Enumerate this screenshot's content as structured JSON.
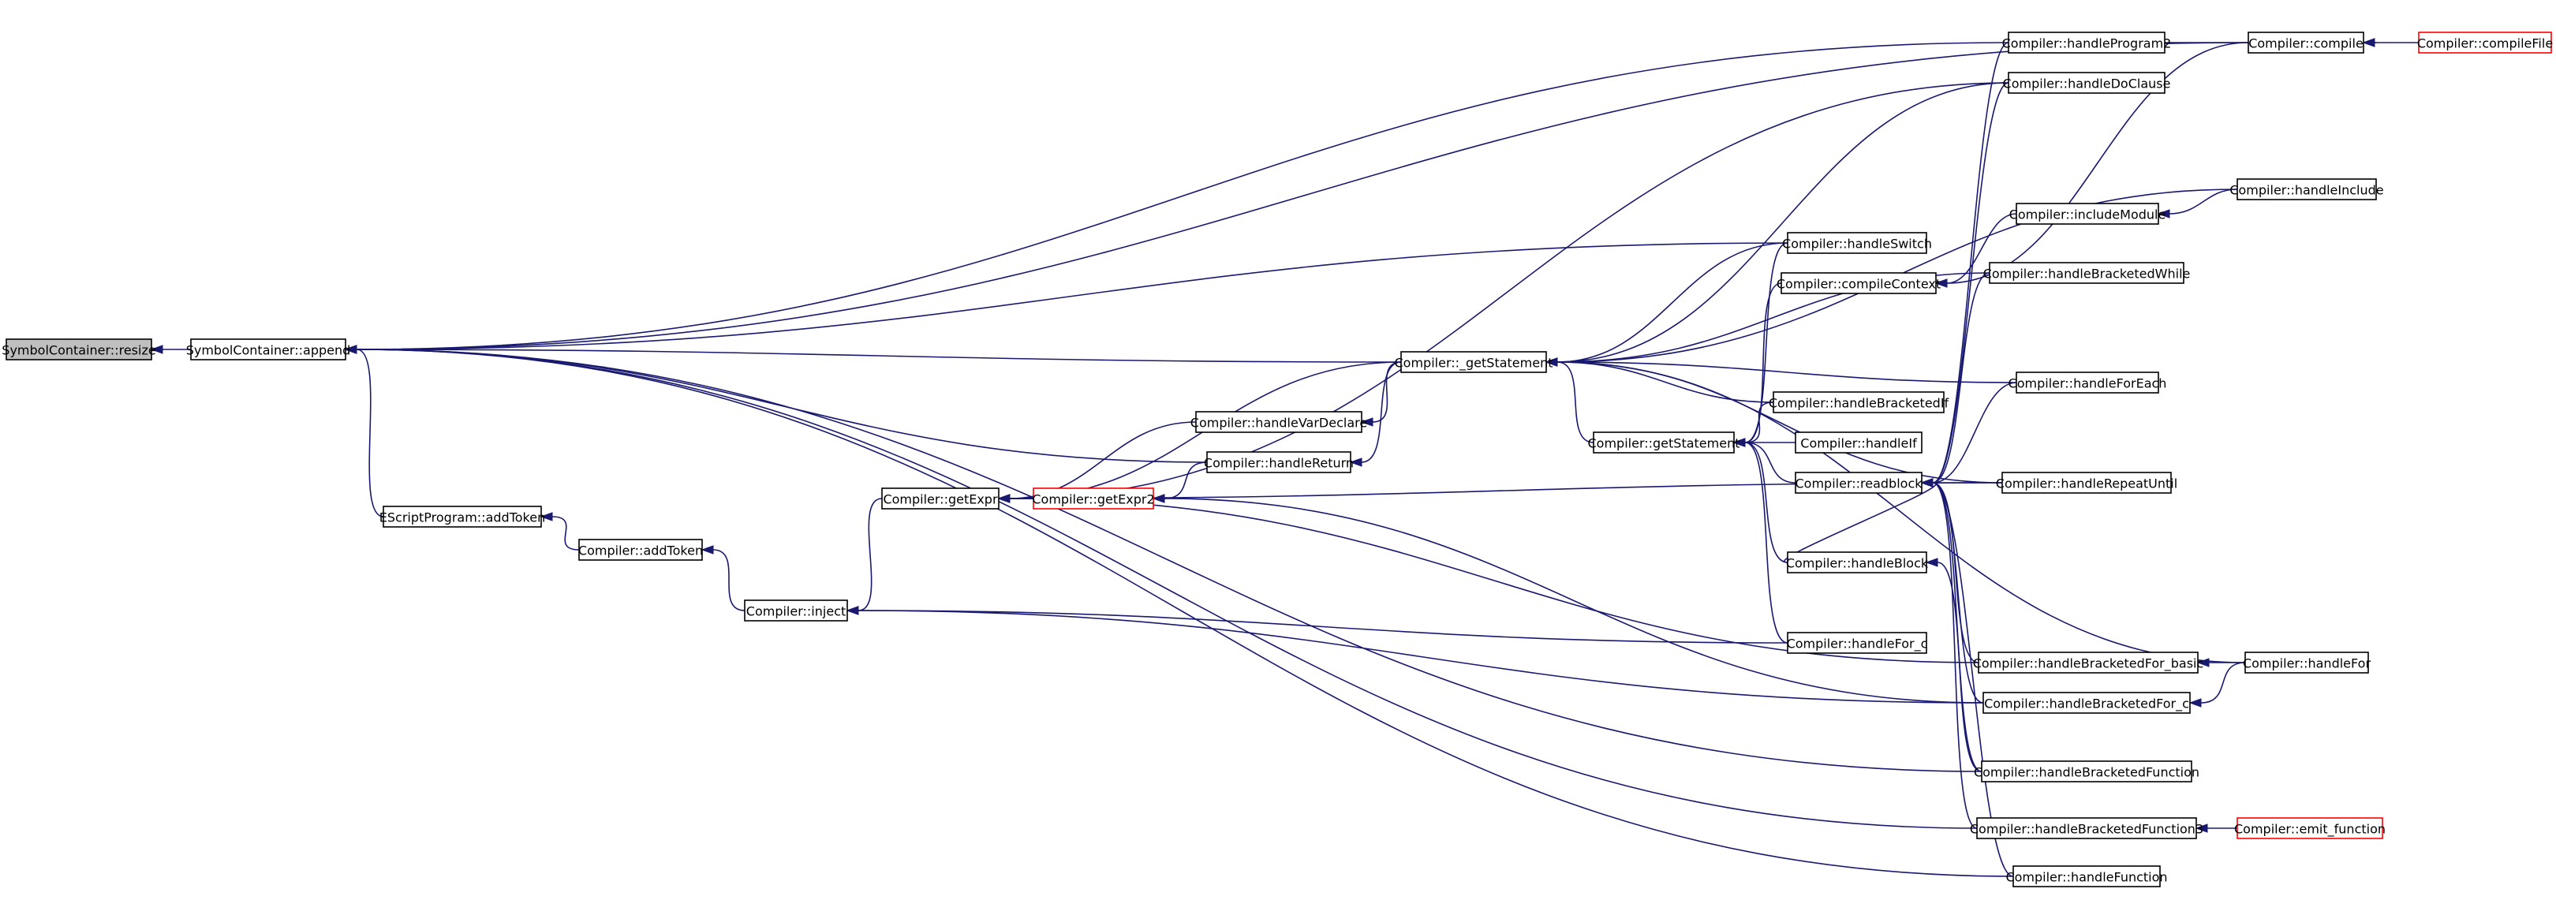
{
  "diagram": {
    "nodes": [
      {
        "id": "resize",
        "label": "SymbolContainer::resize",
        "highlighted": true
      },
      {
        "id": "append",
        "label": "SymbolContainer::append"
      },
      {
        "id": "esAddToken",
        "label": "EScriptProgram::addToken"
      },
      {
        "id": "addToken",
        "label": "Compiler::addToken"
      },
      {
        "id": "inject",
        "label": "Compiler::inject"
      },
      {
        "id": "getExpr",
        "label": "Compiler::getExpr"
      },
      {
        "id": "getExpr2",
        "label": "Compiler::getExpr2",
        "truncated": true
      },
      {
        "id": "varDeclare",
        "label": "Compiler::handleVarDeclare"
      },
      {
        "id": "handleReturn",
        "label": "Compiler::handleReturn"
      },
      {
        "id": "_getStatement",
        "label": "Compiler::_getStatement"
      },
      {
        "id": "getStatement",
        "label": "Compiler::getStatement"
      },
      {
        "id": "handleSwitch",
        "label": "Compiler::handleSwitch"
      },
      {
        "id": "compileContext",
        "label": "Compiler::compileContext"
      },
      {
        "id": "bracketedIf",
        "label": "Compiler::handleBracketedIf"
      },
      {
        "id": "handleIf",
        "label": "Compiler::handleIf"
      },
      {
        "id": "readblock",
        "label": "Compiler::readblock"
      },
      {
        "id": "handleBlock",
        "label": "Compiler::handleBlock"
      },
      {
        "id": "forC",
        "label": "Compiler::handleFor_c"
      },
      {
        "id": "program2",
        "label": "Compiler::handleProgram2"
      },
      {
        "id": "doClause",
        "label": "Compiler::handleDoClause"
      },
      {
        "id": "includeModule",
        "label": "Compiler::includeModule"
      },
      {
        "id": "bracketedWhile",
        "label": "Compiler::handleBracketedWhile"
      },
      {
        "id": "forEach",
        "label": "Compiler::handleForEach"
      },
      {
        "id": "repeatUntil",
        "label": "Compiler::handleRepeatUntil"
      },
      {
        "id": "bForBasic",
        "label": "Compiler::handleBracketedFor_basic"
      },
      {
        "id": "bForC",
        "label": "Compiler::handleBracketedFor_c"
      },
      {
        "id": "bFunction",
        "label": "Compiler::handleBracketedFunction"
      },
      {
        "id": "bFunction3",
        "label": "Compiler::handleBracketedFunction3"
      },
      {
        "id": "handleFunction",
        "label": "Compiler::handleFunction"
      },
      {
        "id": "compile",
        "label": "Compiler::compile"
      },
      {
        "id": "compileFile",
        "label": "Compiler::compileFile",
        "truncated": true
      },
      {
        "id": "handleInclude",
        "label": "Compiler::handleInclude"
      },
      {
        "id": "handleFor",
        "label": "Compiler::handleFor"
      },
      {
        "id": "emitFunction",
        "label": "Compiler::emit_function",
        "truncated": true
      }
    ],
    "edges": [
      [
        "append",
        "resize"
      ],
      [
        "esAddToken",
        "append"
      ],
      [
        "addToken",
        "esAddToken"
      ],
      [
        "inject",
        "addToken"
      ],
      [
        "getExpr",
        "inject"
      ],
      [
        "forC",
        "inject"
      ],
      [
        "bForC",
        "inject"
      ],
      [
        "varDeclare",
        "getExpr"
      ],
      [
        "_getStatement",
        "getExpr"
      ],
      [
        "getExpr2",
        "getExpr"
      ],
      [
        "doClause",
        "getExpr"
      ],
      [
        "repeatUntil",
        "getExpr"
      ],
      [
        "bForBasic",
        "getExpr"
      ],
      [
        "handleReturn",
        "getExpr2"
      ],
      [
        "bForC",
        "getExpr2"
      ],
      [
        "_getStatement",
        "varDeclare"
      ],
      [
        "_getStatement",
        "handleReturn"
      ],
      [
        "handleReturn",
        "append"
      ],
      [
        "_getStatement",
        "append"
      ],
      [
        "handleSwitch",
        "append"
      ],
      [
        "program2",
        "append"
      ],
      [
        "compile",
        "append"
      ],
      [
        "bFunction",
        "append"
      ],
      [
        "bFunction3",
        "append"
      ],
      [
        "handleFunction",
        "append"
      ],
      [
        "getStatement",
        "_getStatement"
      ],
      [
        "doClause",
        "_getStatement"
      ],
      [
        "handleInclude",
        "_getStatement"
      ],
      [
        "bracketedWhile",
        "_getStatement"
      ],
      [
        "forEach",
        "_getStatement"
      ],
      [
        "repeatUntil",
        "_getStatement"
      ],
      [
        "handleFor",
        "_getStatement"
      ],
      [
        "bracketedIf",
        "_getStatement"
      ],
      [
        "handleSwitch",
        "_getStatement"
      ],
      [
        "readblock",
        "getStatement"
      ],
      [
        "handleIf",
        "getStatement"
      ],
      [
        "bracketedIf",
        "getStatement"
      ],
      [
        "compileContext",
        "getStatement"
      ],
      [
        "handleBlock",
        "getStatement"
      ],
      [
        "forC",
        "getStatement"
      ],
      [
        "handleSwitch",
        "getStatement"
      ],
      [
        "handleBlock",
        "readblock"
      ],
      [
        "bracketedWhile",
        "readblock"
      ],
      [
        "forEach",
        "readblock"
      ],
      [
        "repeatUntil",
        "readblock"
      ],
      [
        "bForBasic",
        "readblock"
      ],
      [
        "bForC",
        "readblock"
      ],
      [
        "bFunction",
        "readblock"
      ],
      [
        "bFunction3",
        "readblock"
      ],
      [
        "handleFunction",
        "readblock"
      ],
      [
        "program2",
        "readblock"
      ],
      [
        "doClause",
        "readblock"
      ],
      [
        "bFunction",
        "handleBlock"
      ],
      [
        "compile",
        "compileContext"
      ],
      [
        "includeModule",
        "compileContext"
      ],
      [
        "handleInclude",
        "includeModule"
      ],
      [
        "program2",
        "compile"
      ],
      [
        "compileFile",
        "compile"
      ],
      [
        "handleFor",
        "bForBasic"
      ],
      [
        "handleFor",
        "bForC"
      ],
      [
        "emitFunction",
        "bFunction3"
      ]
    ]
  }
}
